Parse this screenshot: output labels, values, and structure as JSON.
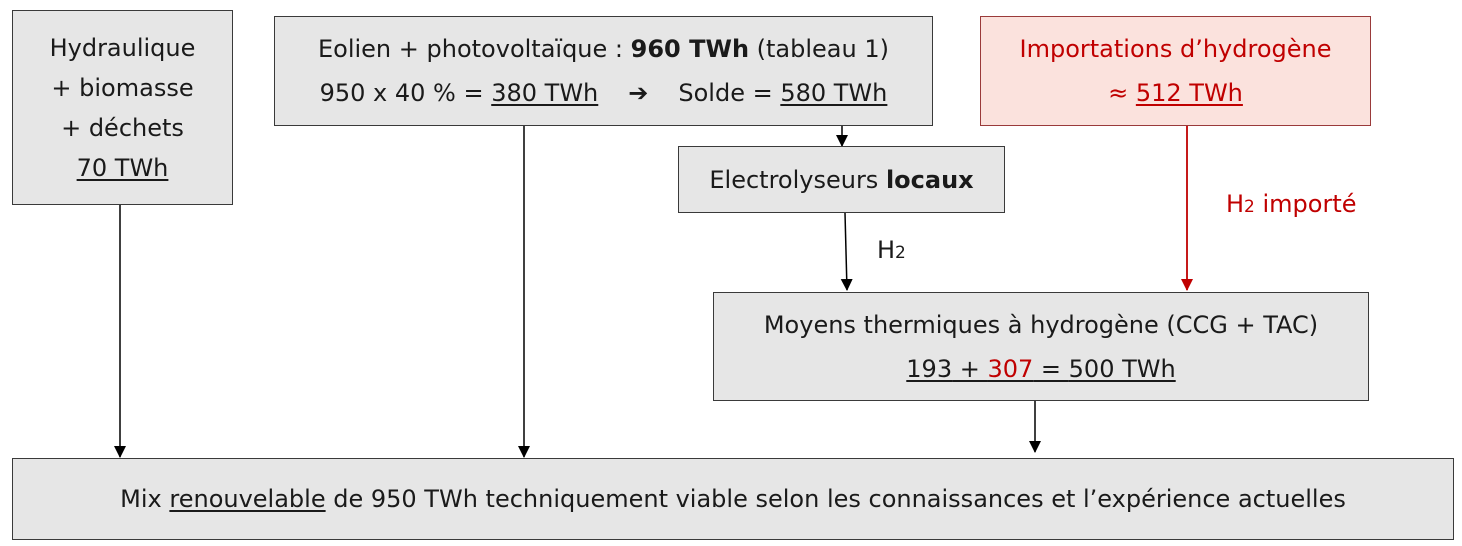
{
  "box_hydro": {
    "line1": "Hydraulique",
    "line2": "+ biomasse",
    "line3": "+ déchets",
    "value": "70 TWh"
  },
  "box_eolien": {
    "line1_prefix": "Eolien + photovoltaïque : ",
    "line1_value": "960 TWh",
    "line1_suffix": " (tableau 1)",
    "line2_prefix": "950 x 40 % = ",
    "line2_value": "380 TWh",
    "arrow_symbol": "➔",
    "line2_solde_prefix": "Solde = ",
    "line2_solde_value": "580 TWh"
  },
  "box_import": {
    "title": "Importations d’hydrogène",
    "approx": "≈ ",
    "value": "512 TWh"
  },
  "box_electro": {
    "text": "Electrolyseurs ",
    "bold": "locaux"
  },
  "label_h2": {
    "h": "H",
    "sub": "2"
  },
  "label_h2_import": {
    "h": "H",
    "sub": "2",
    "text": " importé"
  },
  "box_thermique": {
    "line1": "Moyens thermiques à hydrogène (CCG + TAC)",
    "val_local": "193",
    "plus": " + ",
    "val_import": "307",
    "equals": " = ",
    "total": "500 TWh"
  },
  "box_mix": {
    "prefix": "Mix ",
    "underlined": "renouvelable",
    "suffix": " de 950 TWh techniquement viable selon les connaissances et l’expérience actuelles"
  },
  "colors": {
    "accent_red": "#c00000",
    "box_fill": "#e6e6e6",
    "import_fill": "#fbe2dd"
  }
}
